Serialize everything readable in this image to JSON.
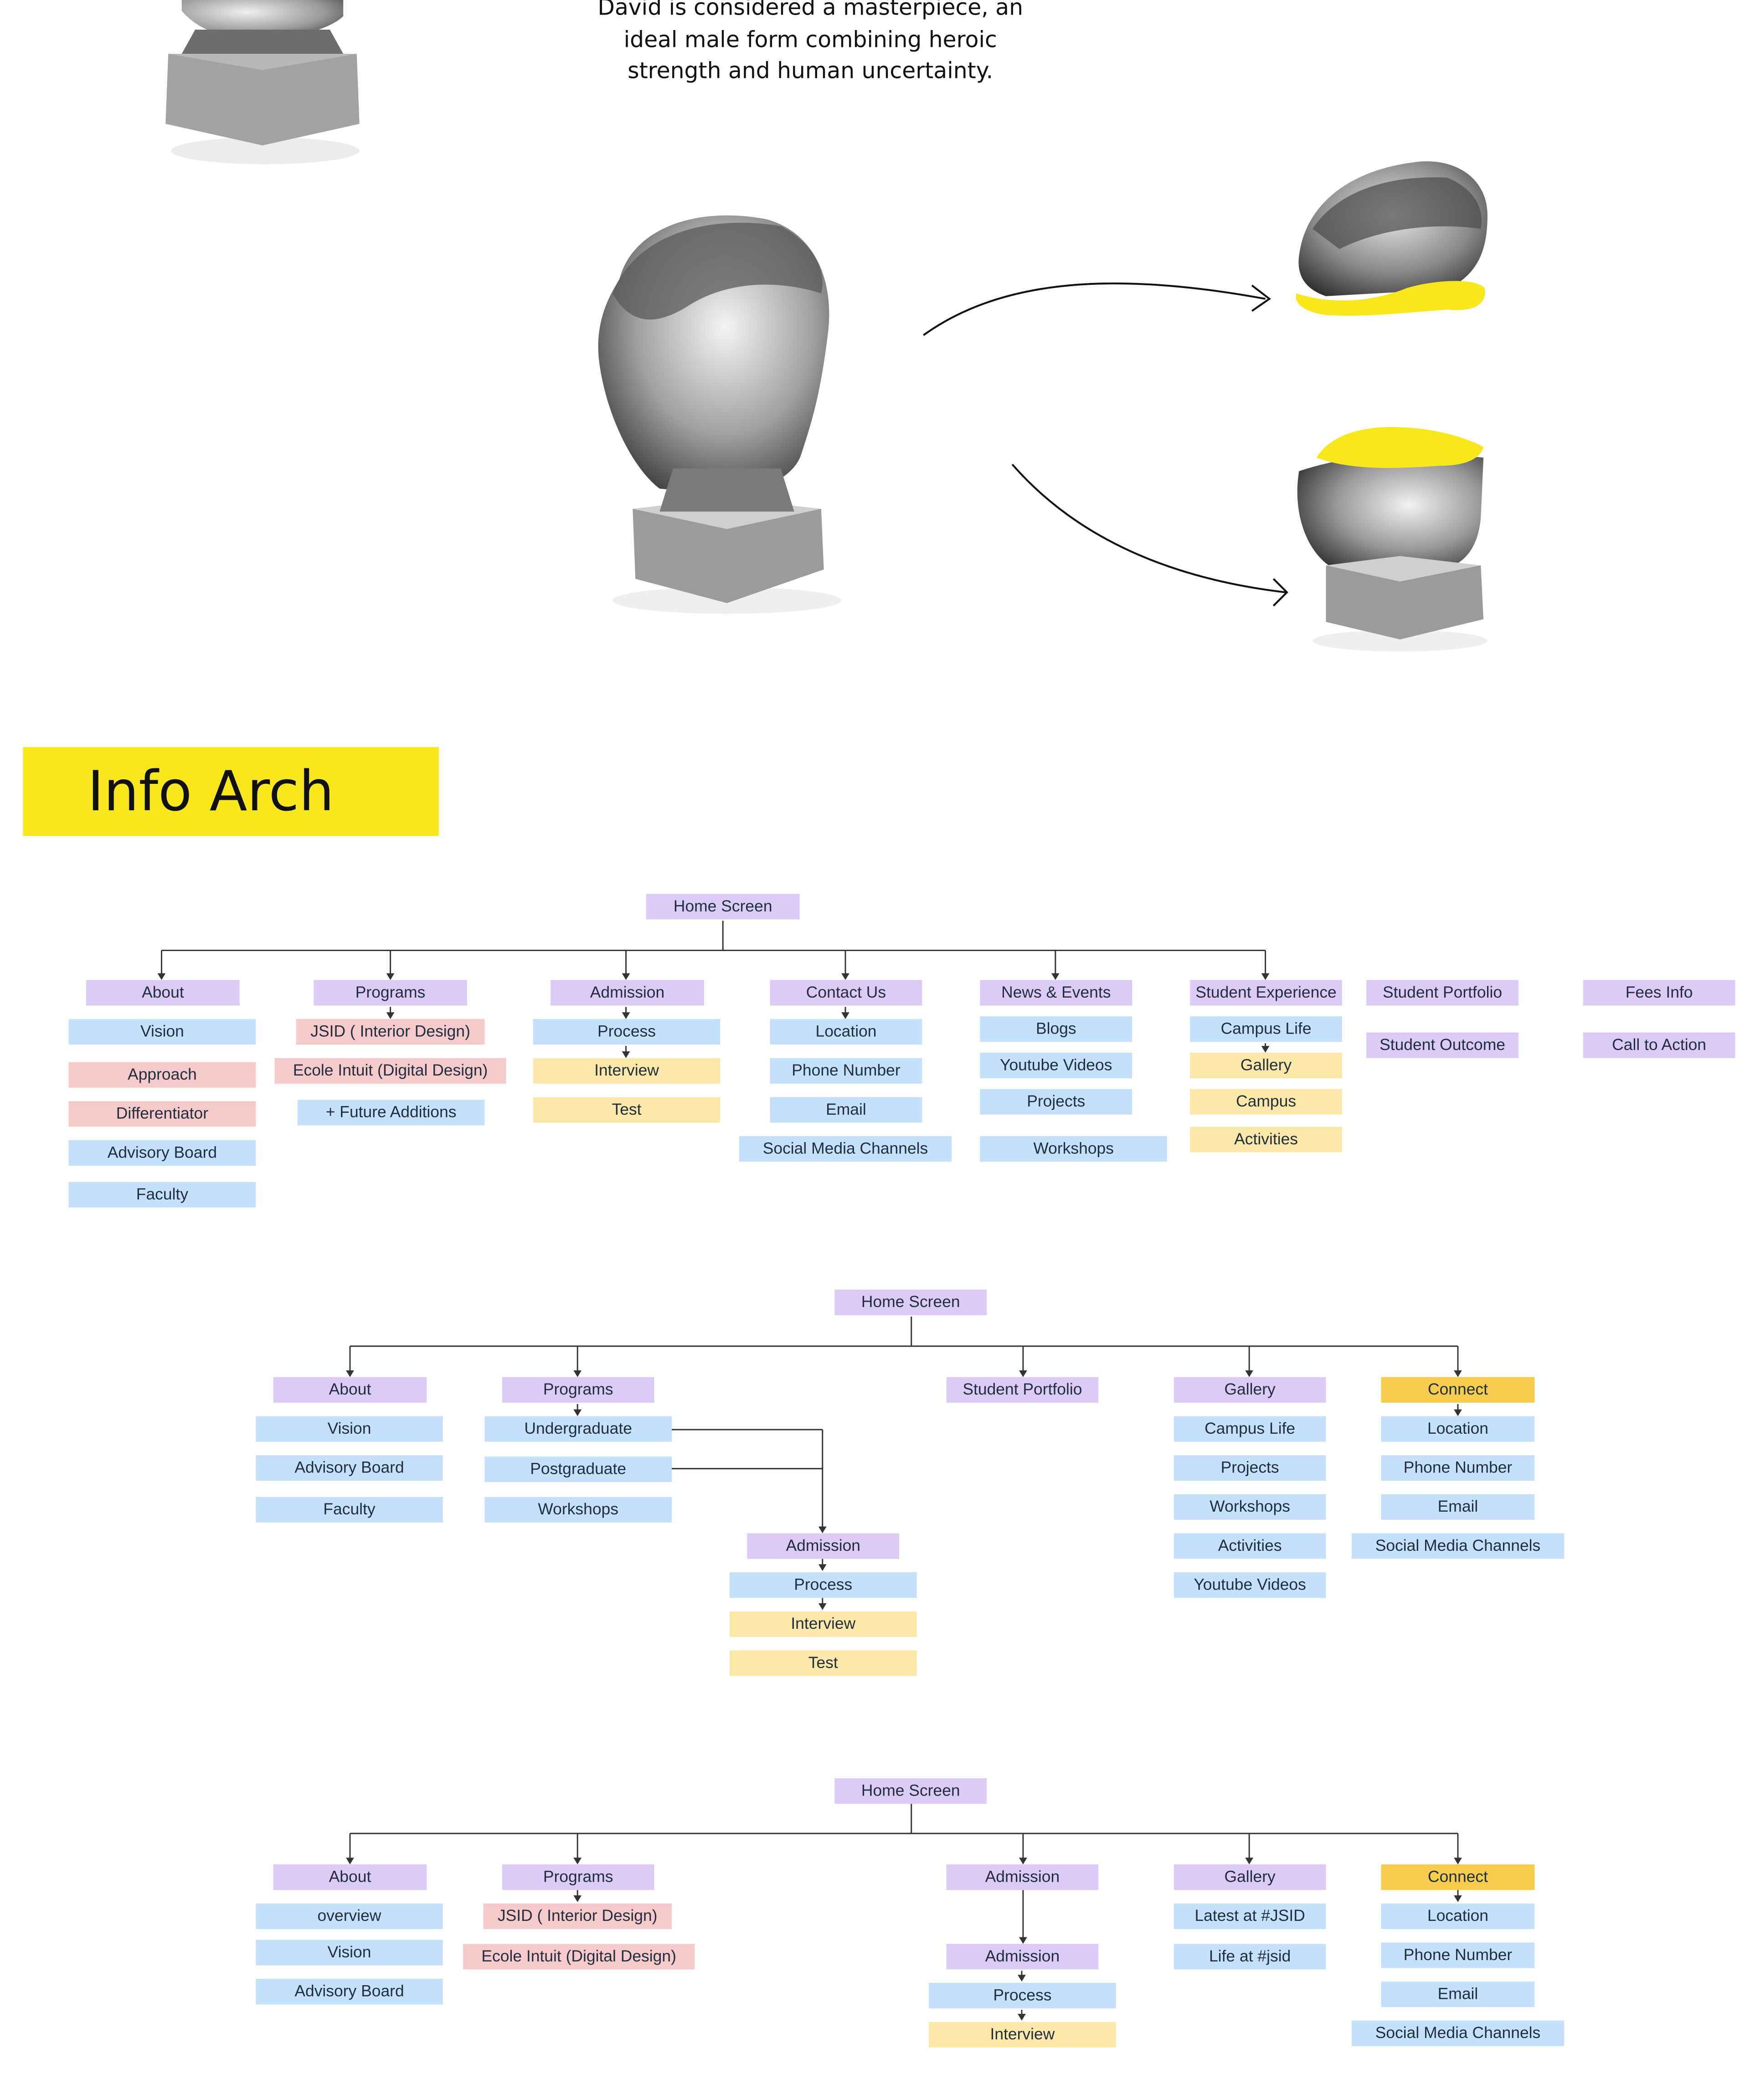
{
  "caption": "David is considered a masterpiece, an ideal male form combining heroic strength and human uncertainty.",
  "section_title": "Info Arch",
  "colors": {
    "purple": "#dccbf6",
    "blue": "#c5e0fb",
    "pink": "#f6c9cb",
    "yellow": "#fbe7a8",
    "gold": "#f6cc4e",
    "banner": "#f8e71c"
  },
  "tree1": {
    "root": "Home Screen",
    "columns": [
      {
        "head": "About",
        "items": [
          "Vision",
          "Approach",
          "Differentiator",
          "Advisory Board",
          "Faculty"
        ]
      },
      {
        "head": "Programs",
        "items": [
          "JSID ( Interior Design)",
          "Ecole Intuit (Digital Design)",
          "+ Future Additions"
        ]
      },
      {
        "head": "Admission",
        "items": [
          "Process",
          "Interview",
          "Test"
        ]
      },
      {
        "head": "Contact Us",
        "items": [
          "Location",
          "Phone Number",
          "Email",
          "Social Media Channels"
        ]
      },
      {
        "head": "News & Events",
        "items": [
          "Blogs",
          "Youtube Videos",
          "Projects",
          "Workshops"
        ]
      },
      {
        "head": "Student Experience",
        "items": [
          "Campus Life",
          "Gallery",
          "Campus",
          "Activities"
        ]
      },
      {
        "head": "Student Portfolio",
        "items": [
          "Student Outcome"
        ]
      },
      {
        "head": "Fees Info",
        "items": [
          "Call to Action"
        ]
      }
    ]
  },
  "tree2": {
    "root": "Home Screen",
    "columns": [
      {
        "head": "About",
        "items": [
          "Vision",
          "Advisory Board",
          "Faculty"
        ]
      },
      {
        "head": "Programs",
        "items": [
          "Undergraduate",
          "Postgraduate",
          "Workshops"
        ]
      },
      {
        "head": "Student Portfolio",
        "items": []
      },
      {
        "head": "Gallery",
        "items": [
          "Campus Life",
          "Projects",
          "Workshops",
          "Activities",
          "Youtube Videos"
        ]
      },
      {
        "head": "Connect",
        "items": [
          "Location",
          "Phone Number",
          "Email",
          "Social Media Channels"
        ]
      }
    ],
    "admission": {
      "head": "Admission",
      "items": [
        "Process",
        "Interview",
        "Test"
      ]
    }
  },
  "tree3": {
    "root": "Home Screen",
    "columns": [
      {
        "head": "About",
        "items": [
          "overview",
          "Vision",
          "Advisory Board"
        ]
      },
      {
        "head": "Programs",
        "items": [
          "JSID ( Interior Design)",
          "Ecole Intuit (Digital Design)"
        ]
      },
      {
        "head": "Admission",
        "items": [
          "Admission",
          "Process",
          "Interview"
        ]
      },
      {
        "head": "Gallery",
        "items": [
          "Latest at #JSID",
          "Life at #jsid"
        ]
      },
      {
        "head": "Connect",
        "items": [
          "Location",
          "Phone Number",
          "Email",
          "Social Media Channels"
        ]
      }
    ]
  }
}
